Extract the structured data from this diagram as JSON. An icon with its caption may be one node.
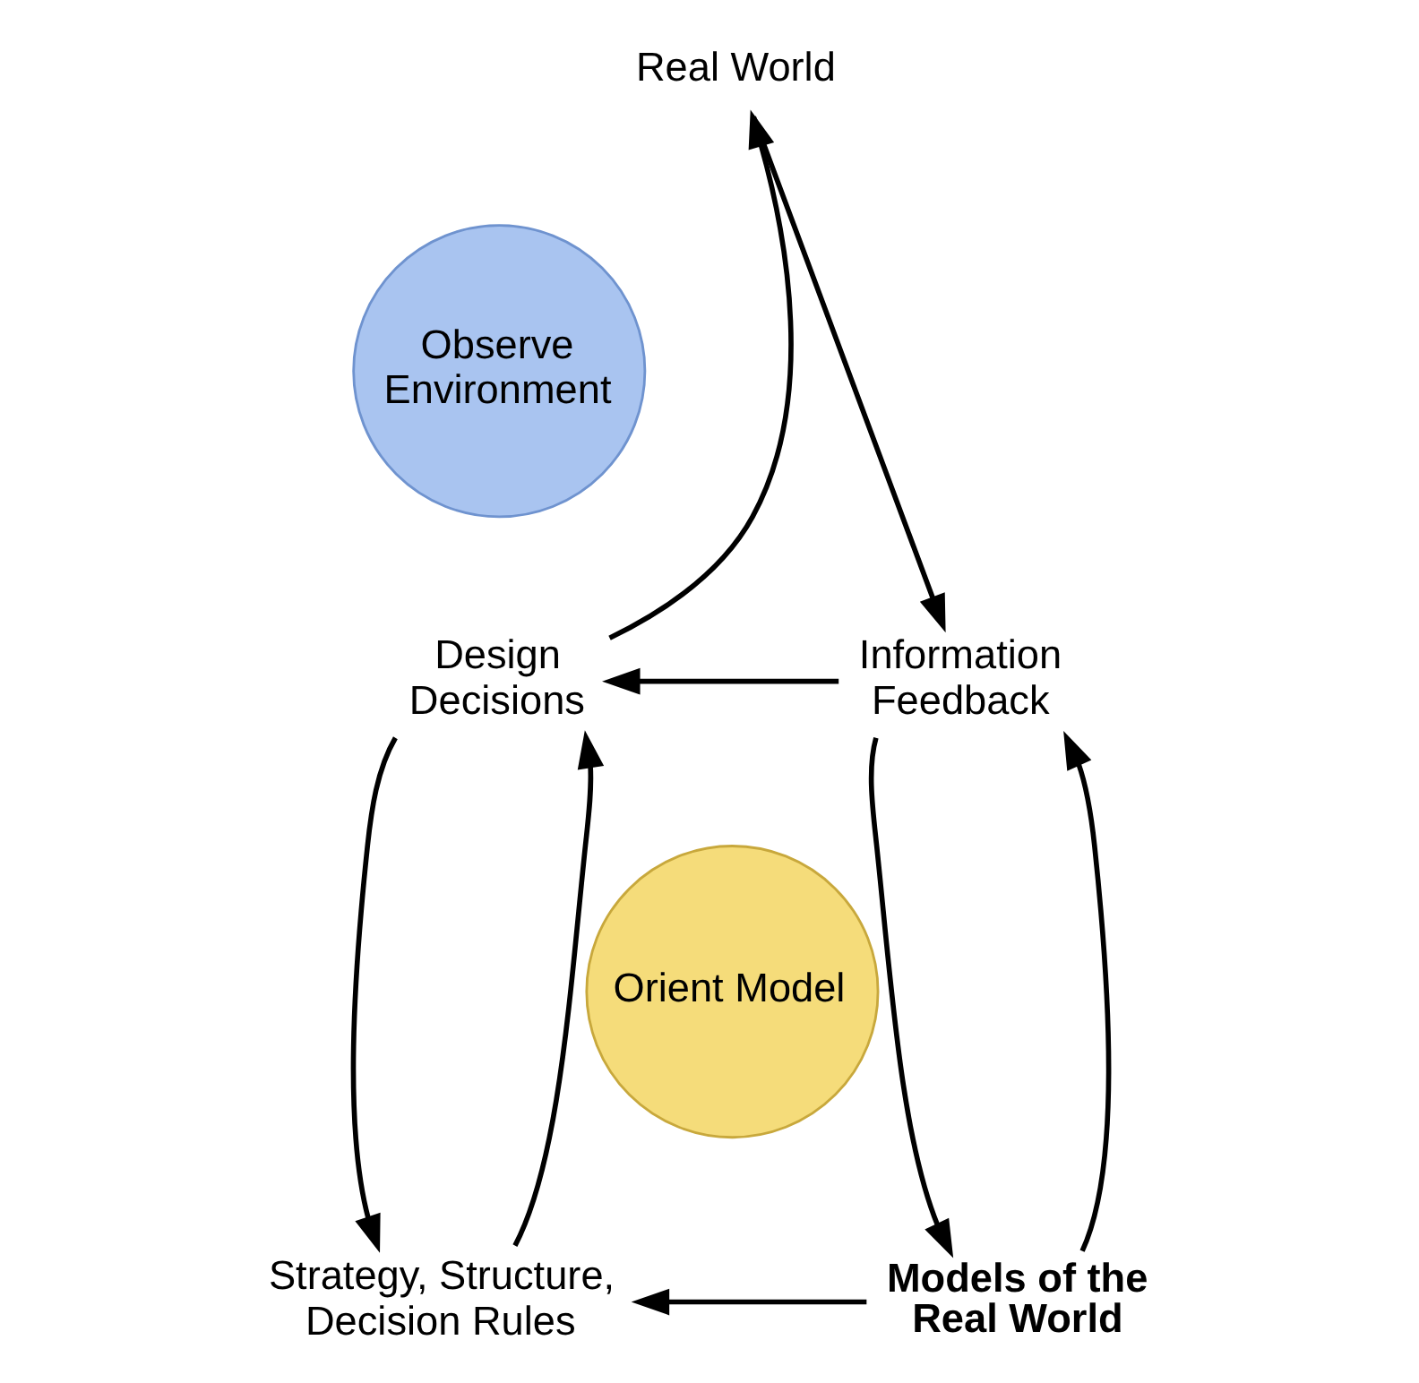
{
  "diagram": {
    "nodes": [
      {
        "text": [
          "Real World"
        ]
      },
      {
        "text": [
          "Observe Environment"
        ]
      },
      {
        "text": [
          "Design Decisions"
        ]
      },
      {
        "text": [
          "Information Feedback"
        ]
      },
      {
        "text": [
          "Orient Model"
        ]
      },
      {
        "text": [
          "Strategy, Structure, Decision Rules"
        ]
      },
      {
        "text": [
          "Models of the Real World"
        ]
      }
    ],
    "edges": [
      {
        "from": 2,
        "to": 0,
        "arrow": "to"
      },
      {
        "from": 0,
        "to": 3,
        "arrow": "to"
      },
      {
        "from": 3,
        "to": 2,
        "arrow": "to"
      },
      {
        "from": 2,
        "to": 5,
        "arrow": "to"
      },
      {
        "from": 5,
        "to": 2,
        "arrow": "to"
      },
      {
        "from": 3,
        "to": 6,
        "arrow": "to"
      },
      {
        "from": 6,
        "to": 3,
        "arrow": "to"
      },
      {
        "from": 6,
        "to": 5,
        "arrow": "to"
      }
    ]
  }
}
